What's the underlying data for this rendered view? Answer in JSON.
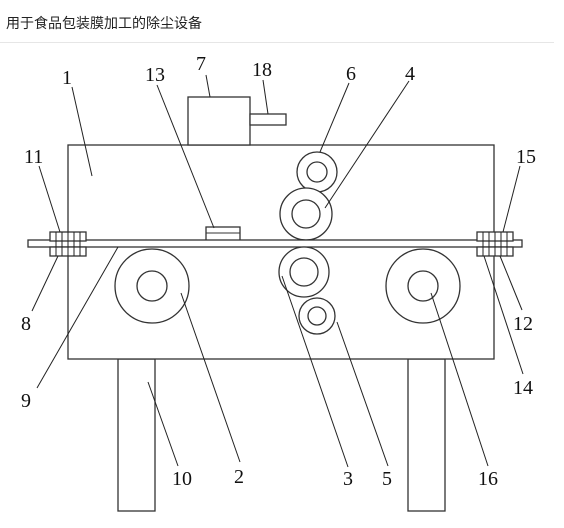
{
  "header": {
    "title": "用于食品包装膜加工的除尘设备"
  },
  "labels": {
    "n1": "1",
    "n2": "2",
    "n3": "3",
    "n4": "4",
    "n5": "5",
    "n6": "6",
    "n7": "7",
    "n8": "8",
    "n9": "9",
    "n10": "10",
    "n11": "11",
    "n12": "12",
    "n13": "13",
    "n14": "14",
    "n15": "15",
    "n16": "16",
    "n18": "18"
  },
  "colors": {
    "line": "#333333",
    "label": "#111111"
  }
}
